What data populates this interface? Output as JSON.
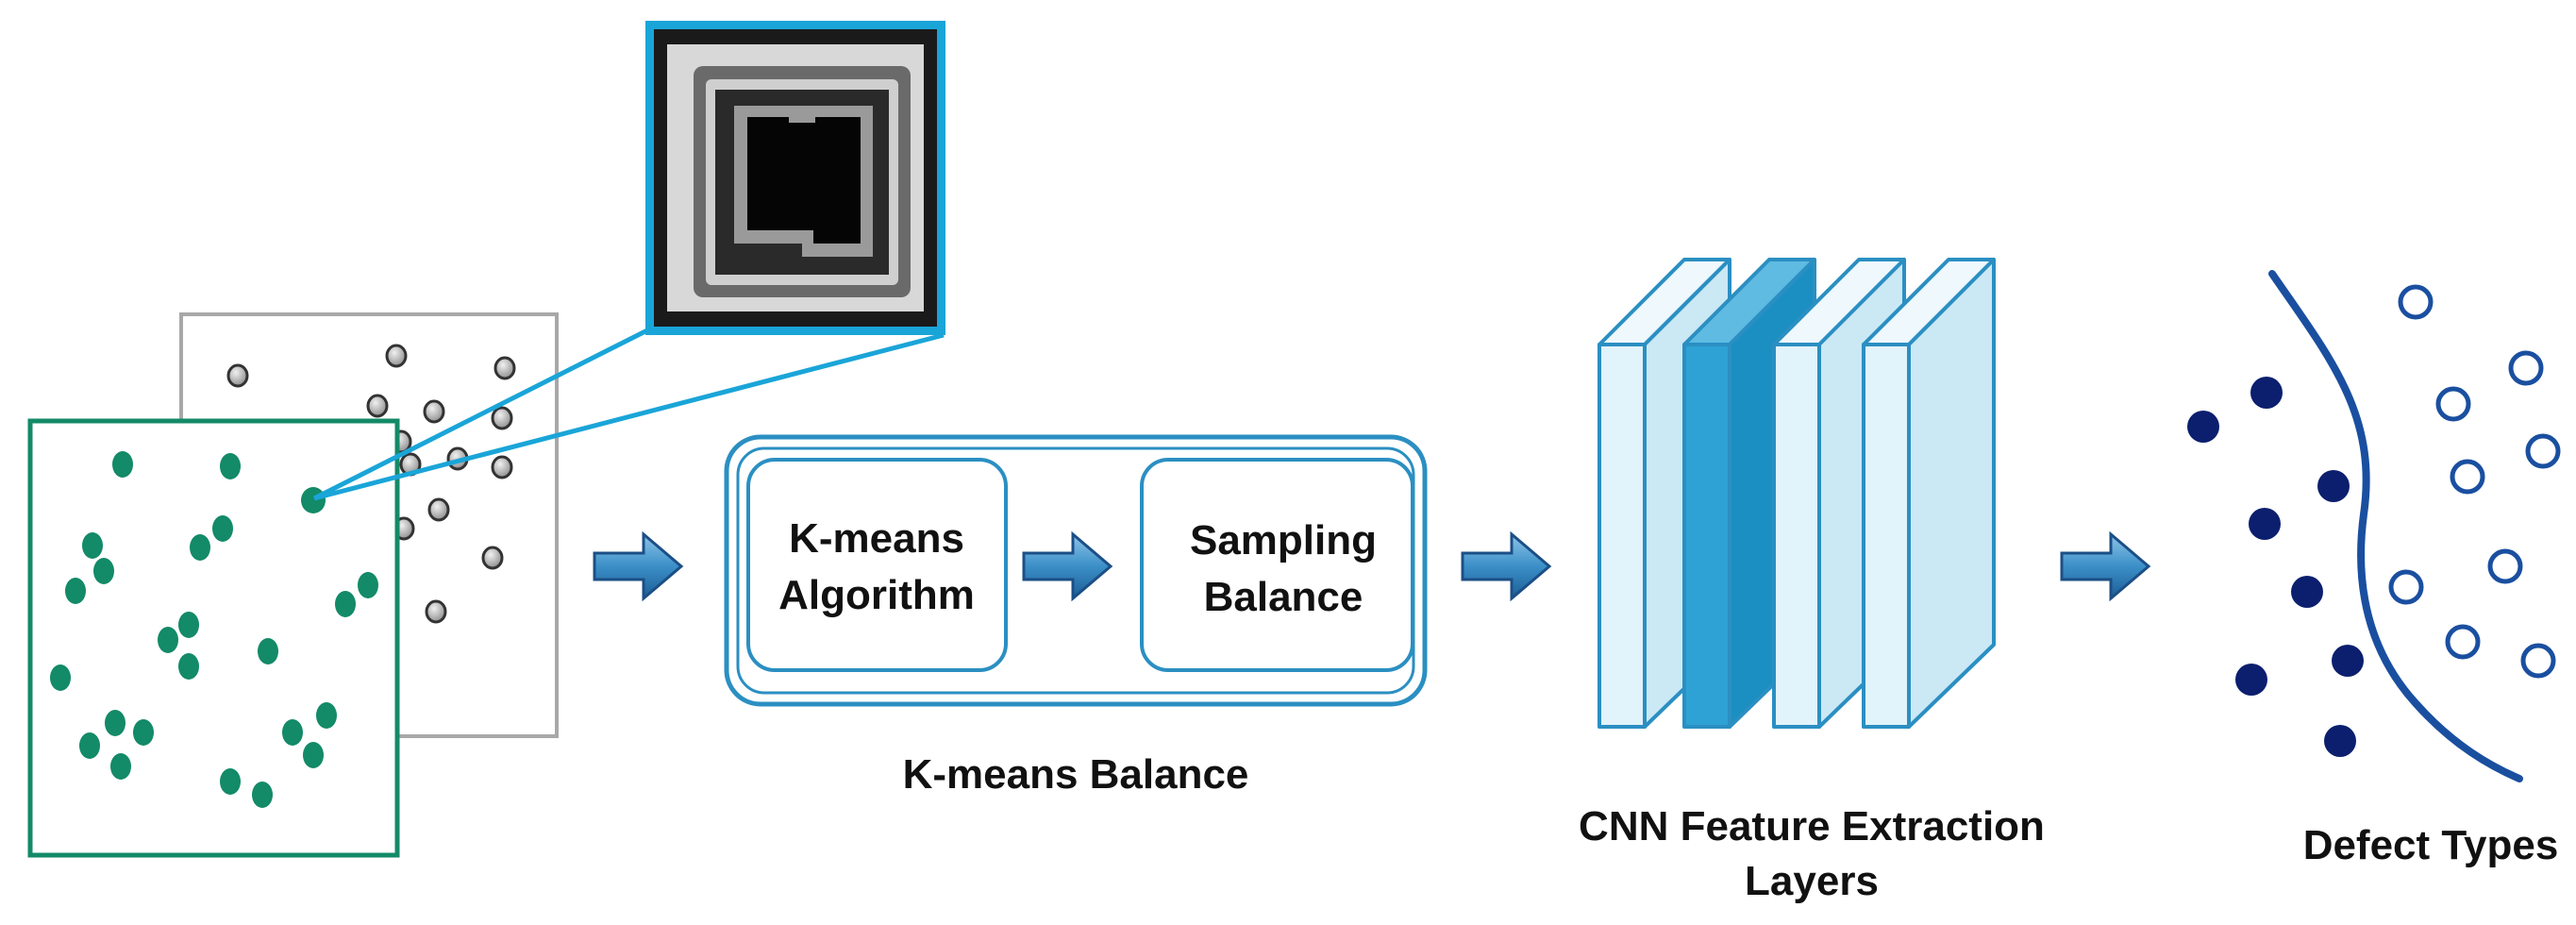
{
  "kmeans_box": {
    "algorithm_line1": "K-means",
    "algorithm_line2": "Algorithm",
    "sampling_line1": "Sampling",
    "sampling_line2": "Balance",
    "caption": "K-means Balance"
  },
  "cnn": {
    "caption_line1": "CNN Feature Extraction",
    "caption_line2": "Layers"
  },
  "defects": {
    "caption": "Defect Types"
  },
  "colors": {
    "green_wafer": "#138a68",
    "grey_wafer": "#a8a8a8",
    "zoom_line": "#1aa5d8",
    "flow_box_border": "#2b8fc2",
    "arrow_fill": "#3b8fc8",
    "layer_light": "#e1f3fb",
    "layer_dark": "#2ea2d4",
    "layer_border": "#2b8fc2",
    "dark_dot": "#0b1f6e",
    "boundary_curve": "#1a4fa0"
  }
}
